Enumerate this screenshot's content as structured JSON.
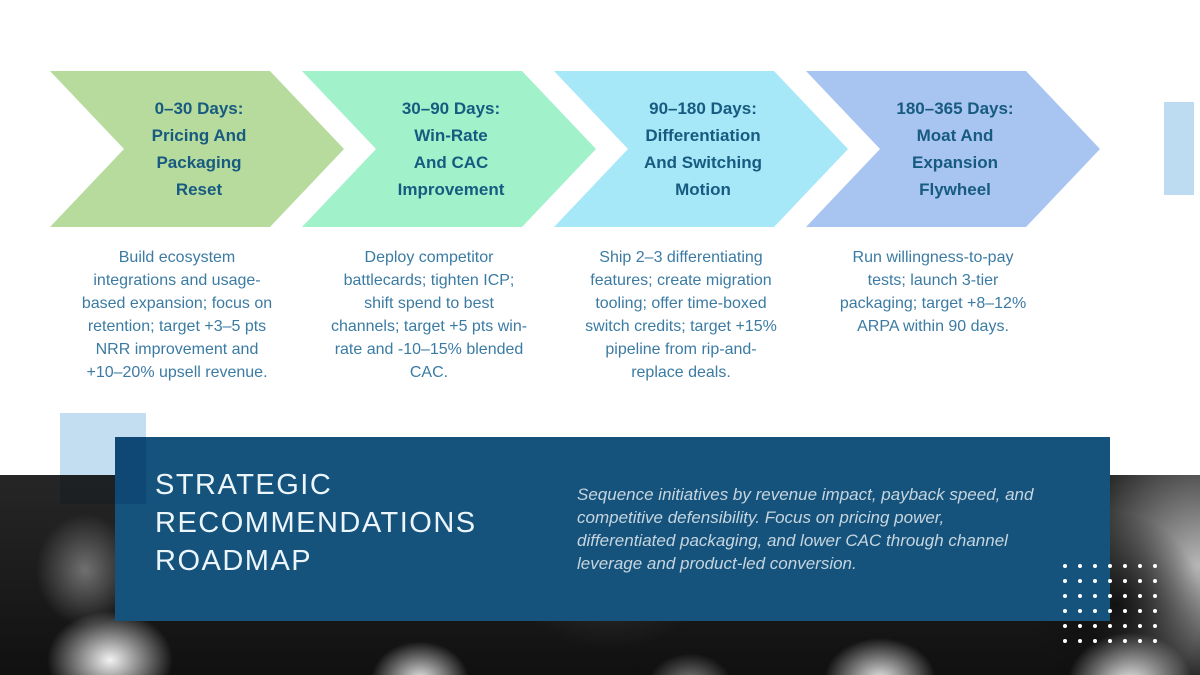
{
  "phases": [
    {
      "heading": "0–30 Days:\nPricing And\nPackaging\nReset",
      "description": "Build ecosystem integrations and usage-based expansion; focus on retention; target +3–5 pts NRR improvement and +10–20% upsell revenue.",
      "color": "#b7db9d"
    },
    {
      "heading": "30–90 Days:\nWin-Rate\nAnd CAC\nImprovement",
      "description": "Deploy competitor battlecards; tighten ICP; shift spend to best channels; target +5 pts win-rate and -10–15% blended CAC.",
      "color": "#a1f2cb"
    },
    {
      "heading": "90–180 Days:\nDifferentiation\nAnd Switching\nMotion",
      "description": "Ship 2–3 differentiating features; create migration tooling; offer time-boxed switch credits; target +15% pipeline from rip-and-replace deals.",
      "color": "#a6e7f8"
    },
    {
      "heading": "180–365 Days:\nMoat And\nExpansion\nFlywheel",
      "description": "Run willingness-to-pay tests; launch 3-tier packaging; target +8–12% ARPA within 90 days.",
      "color": "#a8c4f1"
    }
  ],
  "banner": {
    "title": "STRATEGIC\nRECOMMENDATIONS\nROADMAP",
    "subtitle": "Sequence initiatives by revenue impact, payback speed, and competitive defensibility. Focus on pricing power, differentiated packaging, and lower CAC through channel leverage and product-led conversion.",
    "background": "#15537c",
    "title_color": "#ebf5fa",
    "subtitle_color": "#c6d5de"
  },
  "colors": {
    "heading_text": "#175b80",
    "body_text": "#3b7ba3",
    "accent_square_left": "#c2def0",
    "accent_rect_topright": "#bedcf1"
  },
  "decor": {
    "dot_grid": {
      "rows": 6,
      "cols": 7,
      "dot_color": "#ffffff"
    }
  }
}
